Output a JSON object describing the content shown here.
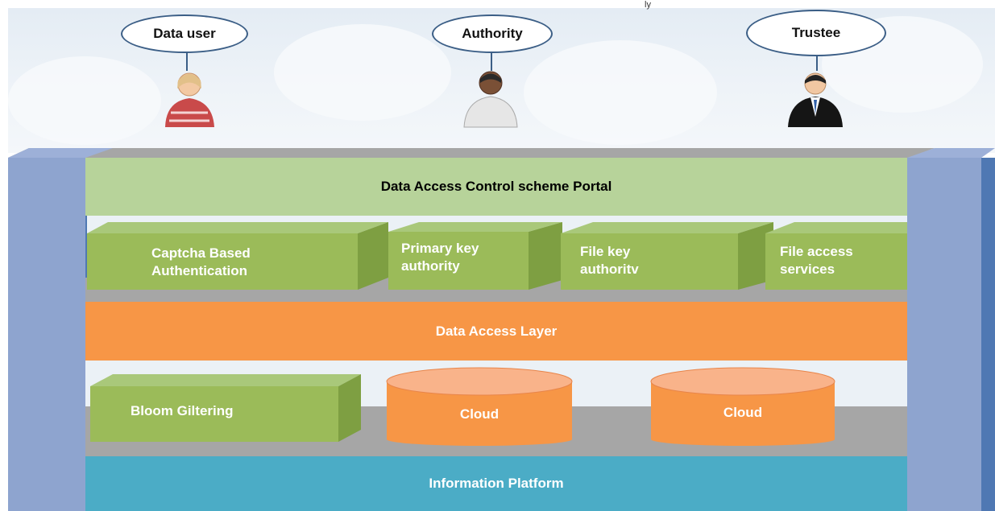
{
  "header_text": "ly",
  "actors": [
    {
      "label": "Data user",
      "icon": "female-user-icon"
    },
    {
      "label": "Authority",
      "icon": "male-user-icon"
    },
    {
      "label": "Trustee",
      "icon": "businessman-icon"
    }
  ],
  "layers": {
    "portal": "Data Access Control scheme Portal",
    "services": [
      "Captcha Based Authentication",
      "Primary key authority",
      "File key authoritv",
      "File access services"
    ],
    "data_access": "Data Access Layer",
    "storage": {
      "filter": "Bloom Giltering",
      "clouds": [
        "Cloud",
        "Cloud"
      ]
    },
    "platform": "Information Platform"
  },
  "colors": {
    "portal": "#b7d39a",
    "service": "#9bbb59",
    "data_access": "#f79646",
    "platform": "#4bacc6",
    "pillar": "#8ea4cf",
    "tray": "#a6a6a6"
  }
}
